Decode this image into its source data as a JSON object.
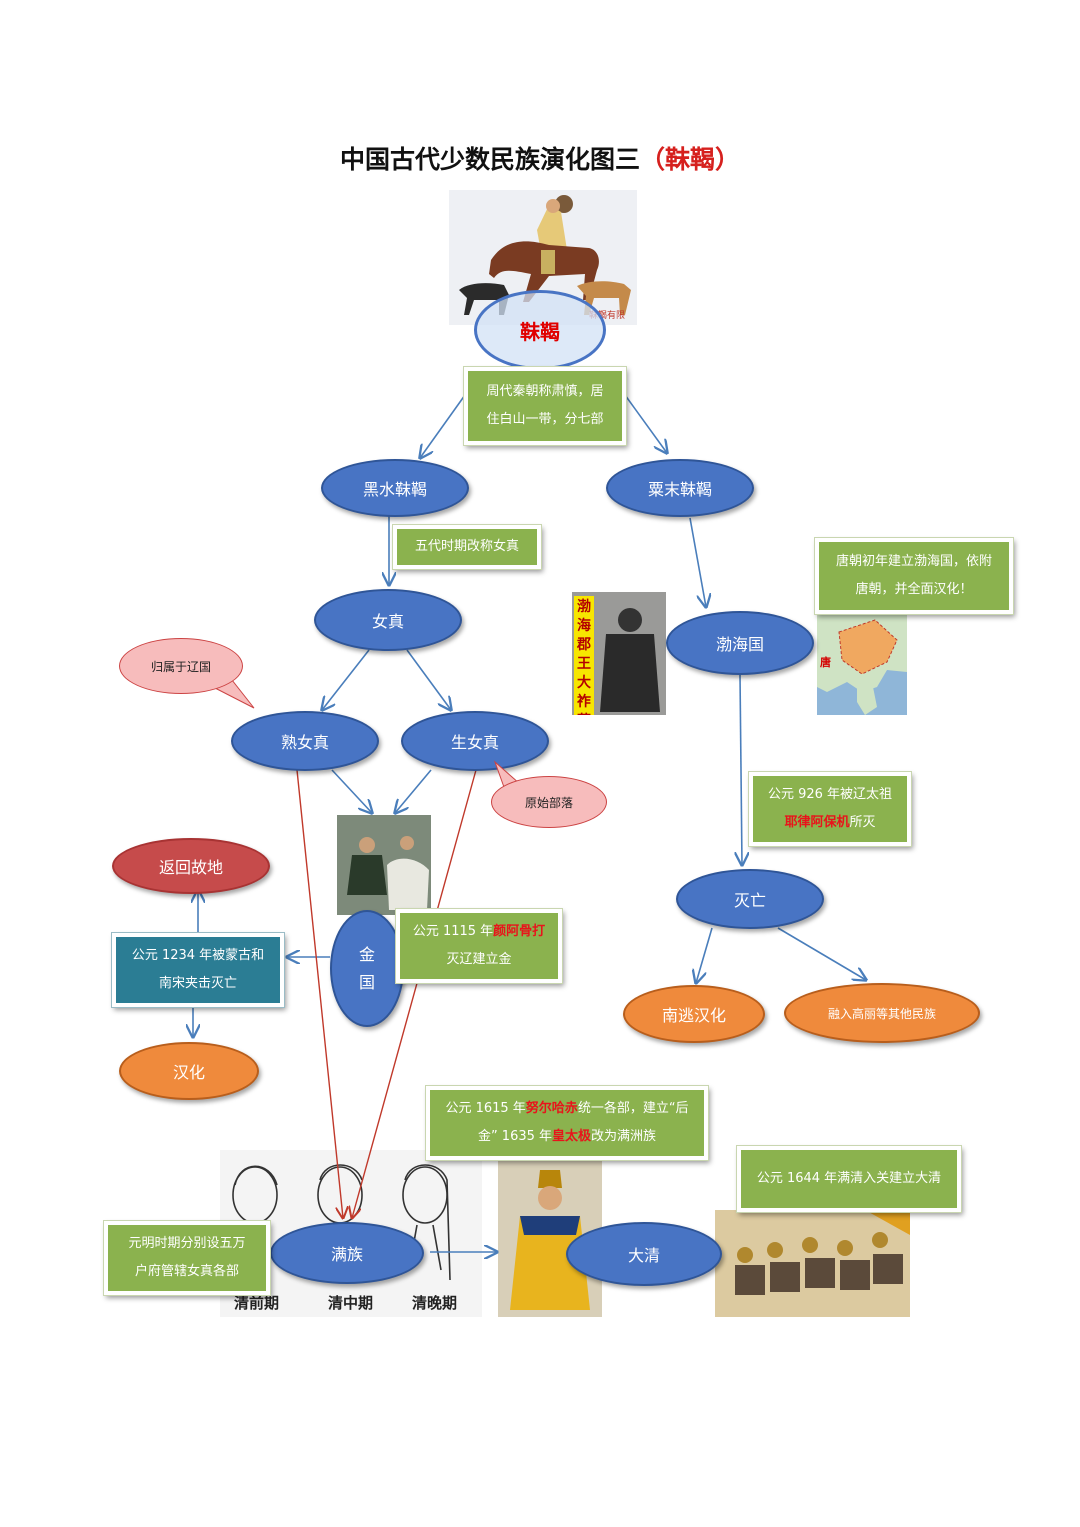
{
  "title": {
    "main": "中国古代少数民族演化图三",
    "accent": "（靺鞨）"
  },
  "nodes": {
    "mohe": "靺鞨",
    "heishui": "黑水靺鞨",
    "sumo": "粟末靺鞨",
    "nuzhen": "女真",
    "shu": "熟女真",
    "sheng": "生女真",
    "bohai": "渤海国",
    "miewang": "灭亡",
    "jin1": "金",
    "jin2": "国",
    "fanhui": "返回故地",
    "hanhua": "汉化",
    "nantao": "南逃汉化",
    "ronghe": "融入高丽等其他民族",
    "manzu": "满族",
    "daqing": "大清"
  },
  "callouts": {
    "liao": "归属于辽国",
    "yuanshi": "原始部落"
  },
  "boxes": {
    "zhou_1": "周代秦朝称肃慎，居",
    "zhou_2": "住白山一带，分七部",
    "wudai": "五代时期改称女真",
    "tang_1": "唐朝初年建立渤海国，依附",
    "tang_2": "唐朝，并全面汉化！",
    "ad926_1": "公元 926 年被辽太祖",
    "ad926_hl": "耶律阿保机",
    "ad926_2": "所灭",
    "ad1115_a": "公元 1115 年",
    "ad1115_hl": "颜阿骨打",
    "ad1115_b": "灭辽建立金",
    "ad1234_1": "公元 1234 年被蒙古和",
    "ad1234_2": "南宋夹击灭亡",
    "ad1615_a": "公元 1615 年",
    "ad1615_hl1": "努尔哈赤",
    "ad1615_b": "统一各部，建立“后",
    "ad1615_c": "金” 1635 年",
    "ad1615_hl2": "皇太极",
    "ad1615_d": "改为满洲族",
    "yuanming_1": "元明时期分别设五万",
    "yuanming_2": "户府管辖女真各部",
    "ad1644": "公元 1644 年满清入关建立大清"
  },
  "pictures": {
    "prince": "渤海郡王大祚荣",
    "map_label": "唐",
    "qing_early": "清前期",
    "qing_mid": "清中期",
    "qing_late": "清晚期",
    "watermark": "靺鞨有限"
  },
  "colors": {
    "node_blue": "#4874c4",
    "node_red": "#c64b4b",
    "node_orange": "#ef8a3c",
    "box_green": "#8bb24e",
    "box_teal": "#2b7d94",
    "highlight_red": "#e8141b",
    "arrow_blue": "#4a7ebb",
    "arrow_red": "#c0392b"
  }
}
